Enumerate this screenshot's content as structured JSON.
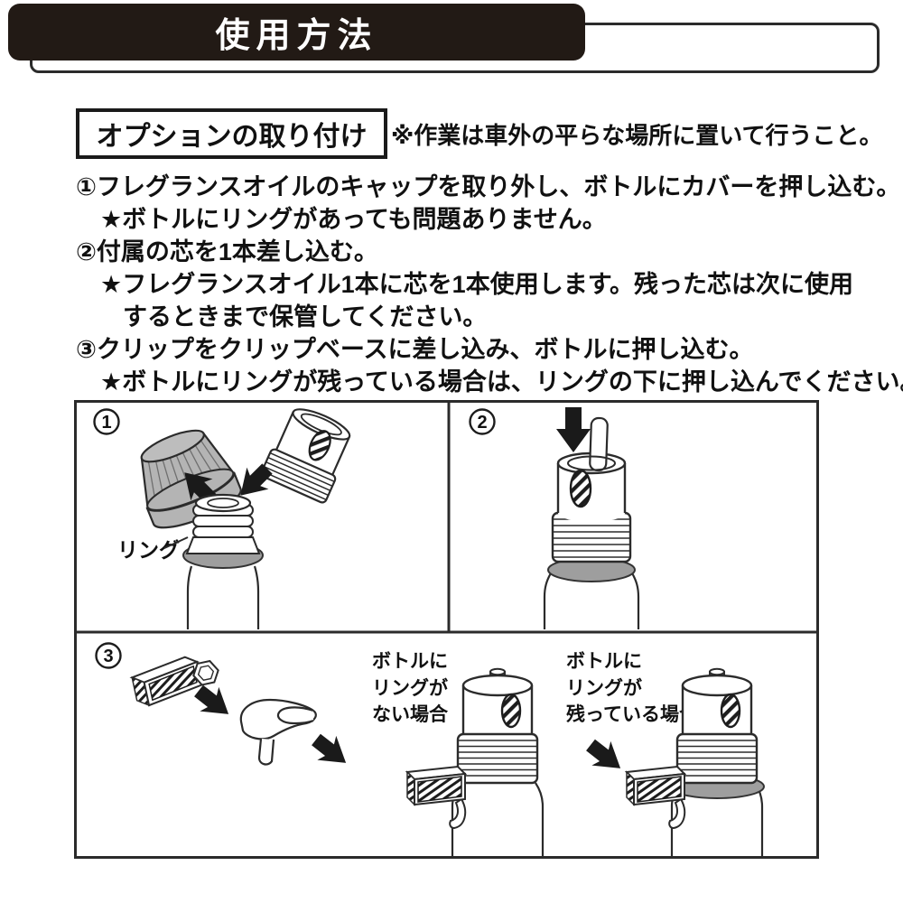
{
  "banner": {
    "title": "使用方法"
  },
  "section": {
    "heading": "オプションの取り付け",
    "note": "※作業は車外の平らな場所に置いて行うこと。"
  },
  "instructions": {
    "lines": [
      {
        "text": "①フレグランスオイルのキャップを取り外し、ボトルにカバーを押し込む。"
      },
      {
        "text": "★ボトルにリングがあっても問題ありません。"
      },
      {
        "text": "②付属の芯を1本差し込む。"
      },
      {
        "text": "★フレグランスオイル1本に芯を1本使用します。残った芯は次に使用"
      },
      {
        "text": "するときまで保管してください。"
      },
      {
        "text": "③クリップをクリップベースに差し込み、ボトルに押し込む。"
      },
      {
        "text": "★ボトルにリングが残っている場合は、リングの下に押し込んでください。"
      }
    ]
  },
  "panels": {
    "one": {
      "number": "1",
      "ring_label": "リング"
    },
    "two": {
      "number": "2"
    },
    "three": {
      "number": "3",
      "case_no_ring": [
        "ボトルに",
        "リングが",
        "ない場合"
      ],
      "case_ring": [
        "ボトルに",
        "リングが",
        "残っている場合"
      ]
    }
  },
  "colors": {
    "banner_bg": "#221a15",
    "line": "#2b2b2b",
    "cap_gray": "#b4b4b4",
    "ring_gray": "#9e9e9e",
    "arrow_black": "#1a1a1a"
  }
}
